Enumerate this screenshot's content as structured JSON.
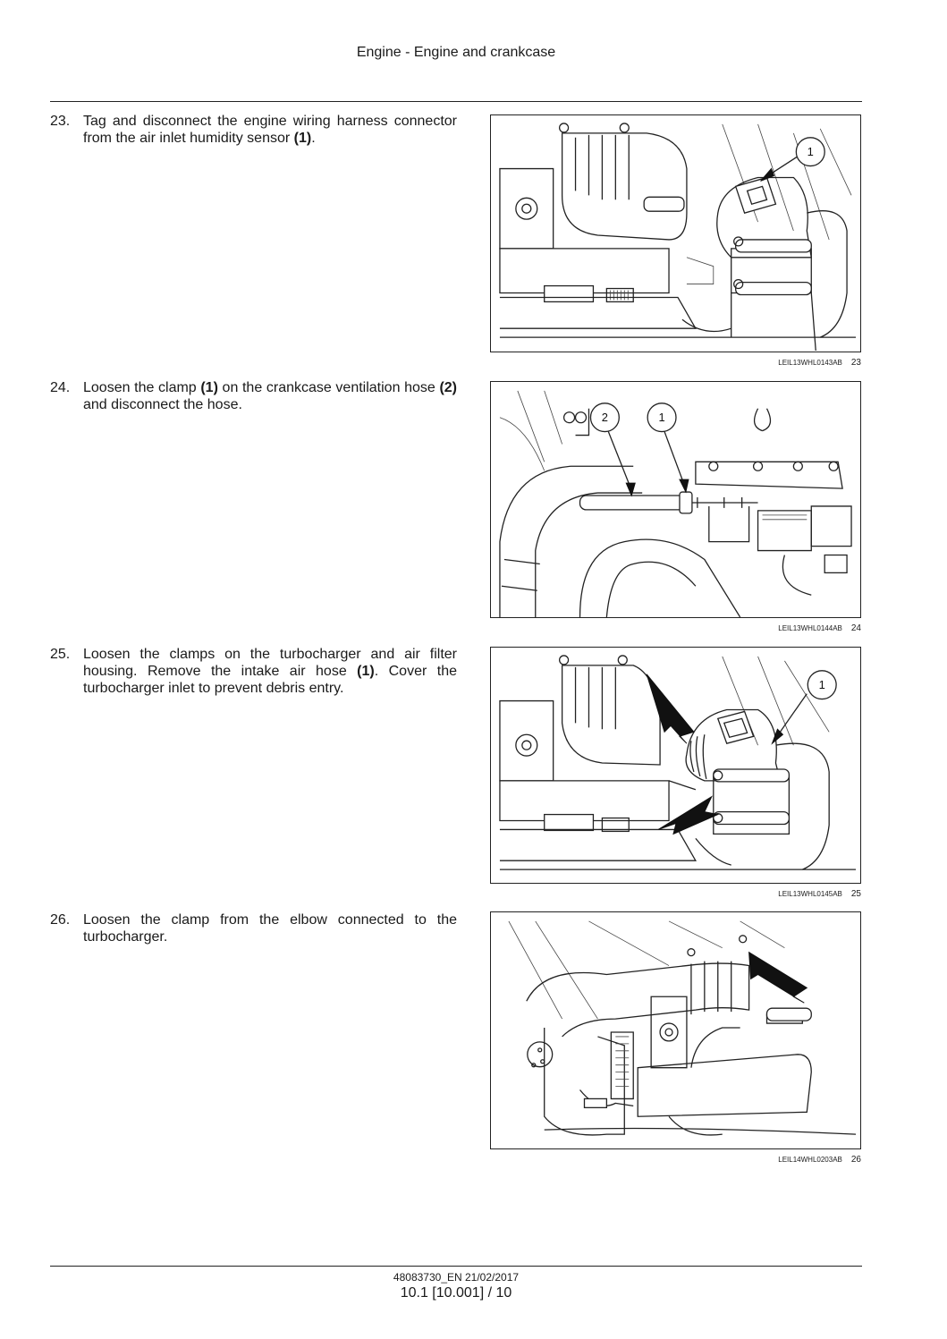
{
  "header": {
    "title": "Engine - Engine and crankcase"
  },
  "steps": [
    {
      "number": "23.",
      "parts": [
        "Tag and disconnect the engine wiring harness connector from the air inlet humidity sensor ",
        "(1)",
        "."
      ],
      "figure": {
        "code": "LEIL13WHL0143AB",
        "number": "23",
        "callouts": [
          "1"
        ]
      }
    },
    {
      "number": "24.",
      "parts": [
        "Loosen the clamp ",
        "(1)",
        " on the crankcase ventilation hose ",
        "(2)",
        " and disconnect the hose."
      ],
      "figure": {
        "code": "LEIL13WHL0144AB",
        "number": "24",
        "callouts": [
          "2",
          "1"
        ]
      }
    },
    {
      "number": "25.",
      "parts": [
        "Loosen the clamps on the turbocharger and air filter housing. Remove the intake air hose ",
        "(1)",
        ". Cover the turbocharger inlet to prevent debris entry."
      ],
      "figure": {
        "code": "LEIL13WHL0145AB",
        "number": "25",
        "callouts": [
          "1"
        ]
      }
    },
    {
      "number": "26.",
      "parts": [
        "Loosen the clamp from the elbow connected to the turbocharger."
      ],
      "figure": {
        "code": "LEIL14WHL0203AB",
        "number": "26",
        "callouts": []
      }
    }
  ],
  "footer": {
    "doc_ref": "48083730_EN 21/02/2017",
    "page": "10.1 [10.001] / 10"
  }
}
